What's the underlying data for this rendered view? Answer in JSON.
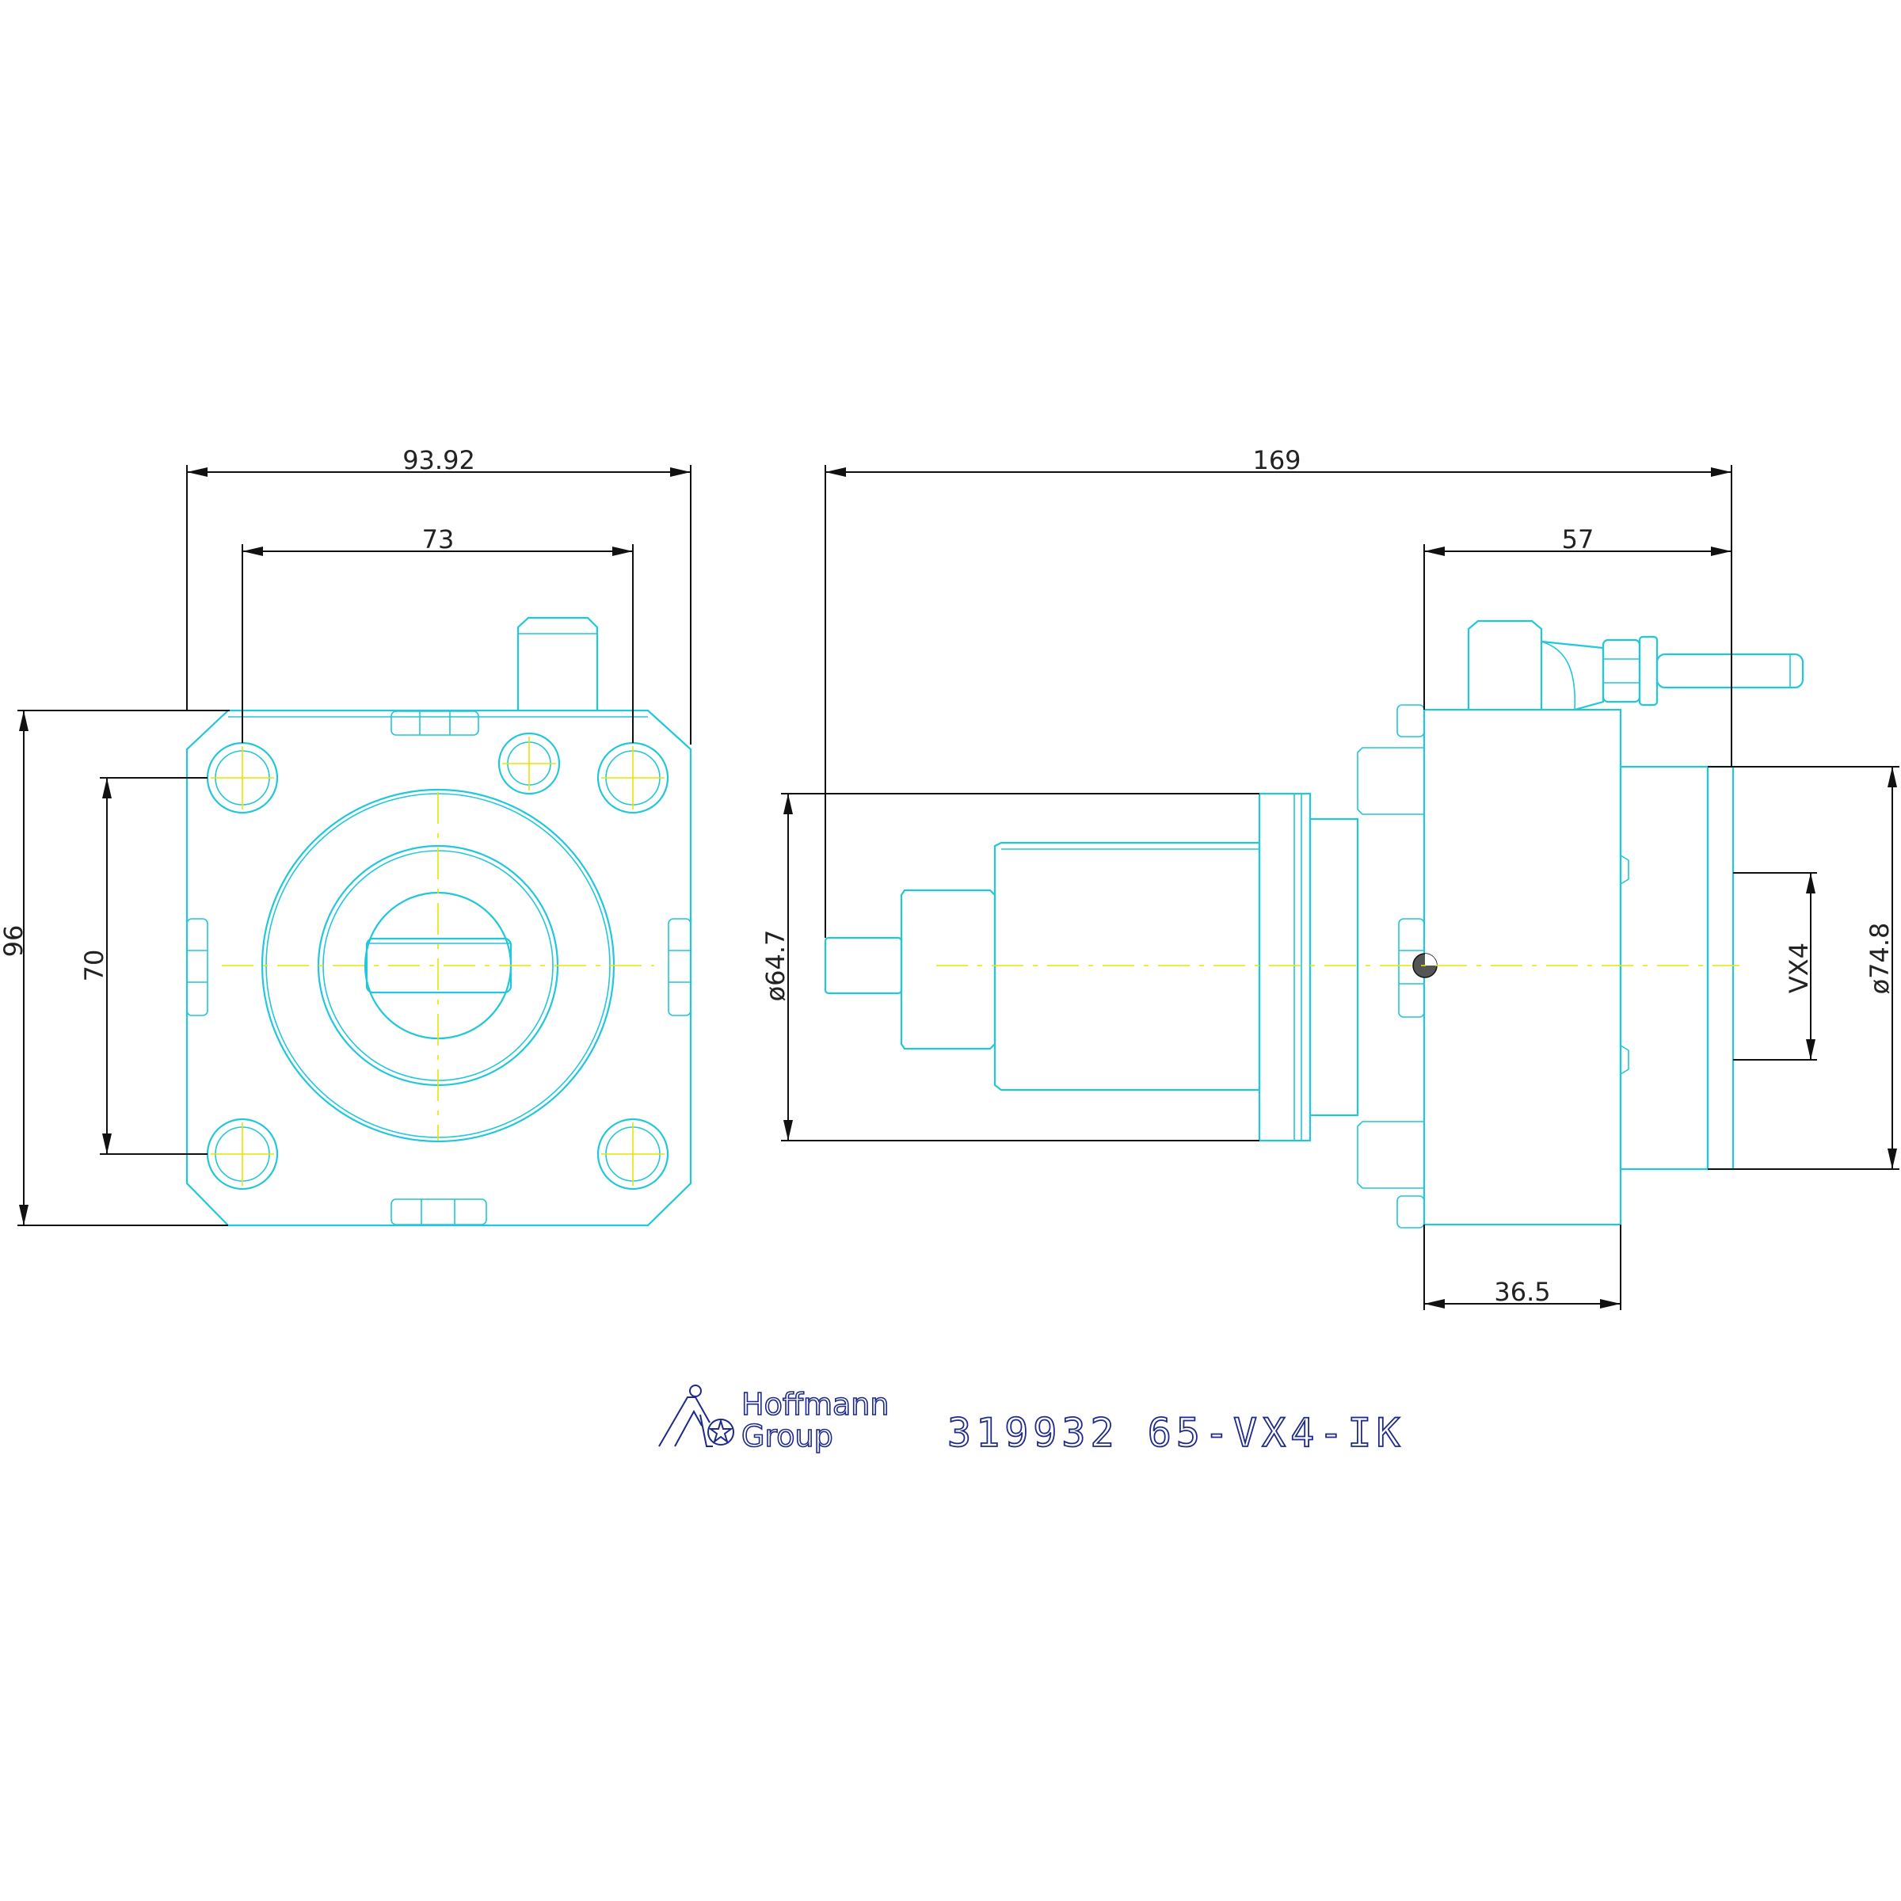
{
  "dimensions": {
    "front_overall_width": "93.92",
    "front_bolt_spacing_x": "73",
    "front_overall_height": "96",
    "front_bolt_spacing_y": "70",
    "side_overall_length": "169",
    "side_flange_to_end": "57",
    "side_body_length": "36.5",
    "side_body_diameter": "ø64.7",
    "side_flange_diameter": "ø74.8",
    "side_spindle": "VX4"
  },
  "title_block": {
    "brand_line1": "Hoffmann",
    "brand_line2": "Group",
    "part_number": "319932 65-VX4-IK"
  },
  "colors": {
    "part_outline": "#22c7d9",
    "dimension_lines": "#111111",
    "center_lines": "#e6e600",
    "title_text": "#1e2a8a"
  },
  "icons": {
    "logo": "hoffmann-group-logo"
  }
}
